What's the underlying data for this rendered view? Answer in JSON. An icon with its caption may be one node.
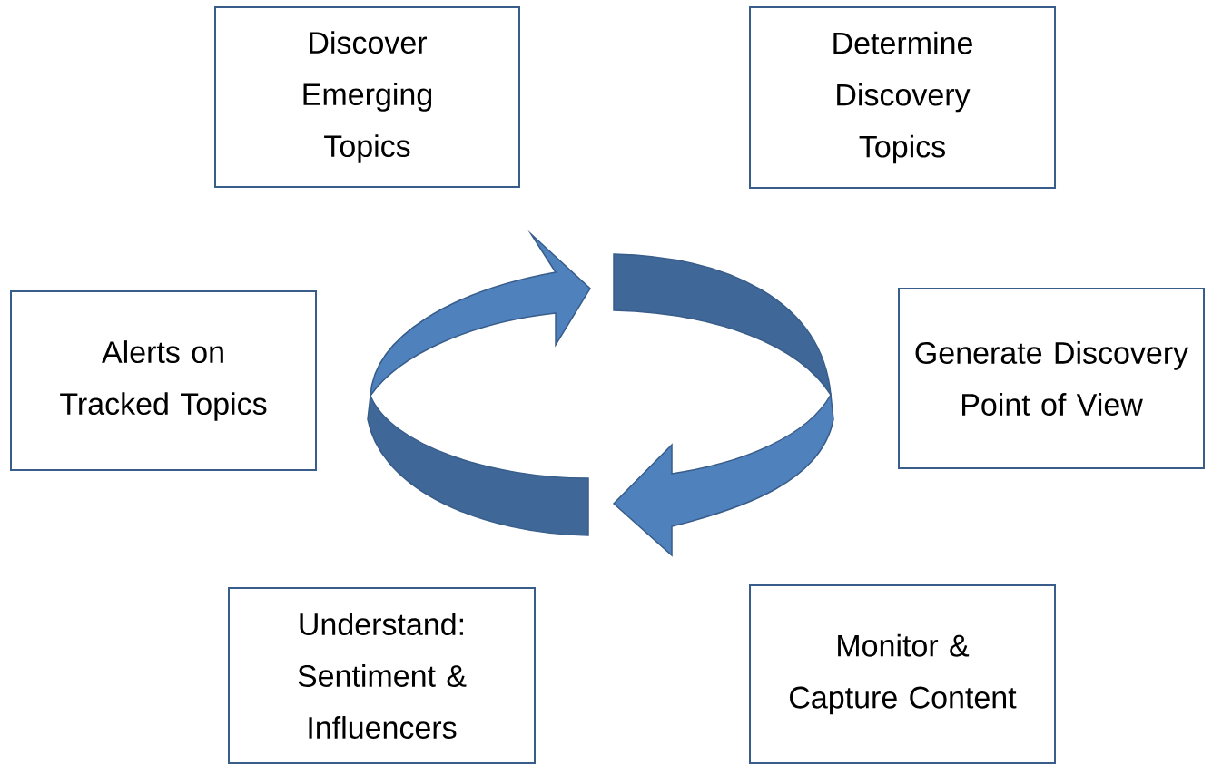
{
  "diagram": {
    "nodes": [
      {
        "text": [
          "Discover Emerging Topics"
        ]
      },
      {
        "text": [
          "Determine Discovery Topics"
        ]
      },
      {
        "text": [
          "Alerts on Tracked Topics"
        ]
      },
      {
        "text": [
          "Generate Discovery Point of View"
        ]
      },
      {
        "text": [
          "Understand: Sentiment & Influencers"
        ]
      },
      {
        "text": [
          "Monitor & Capture Content"
        ]
      }
    ]
  }
}
